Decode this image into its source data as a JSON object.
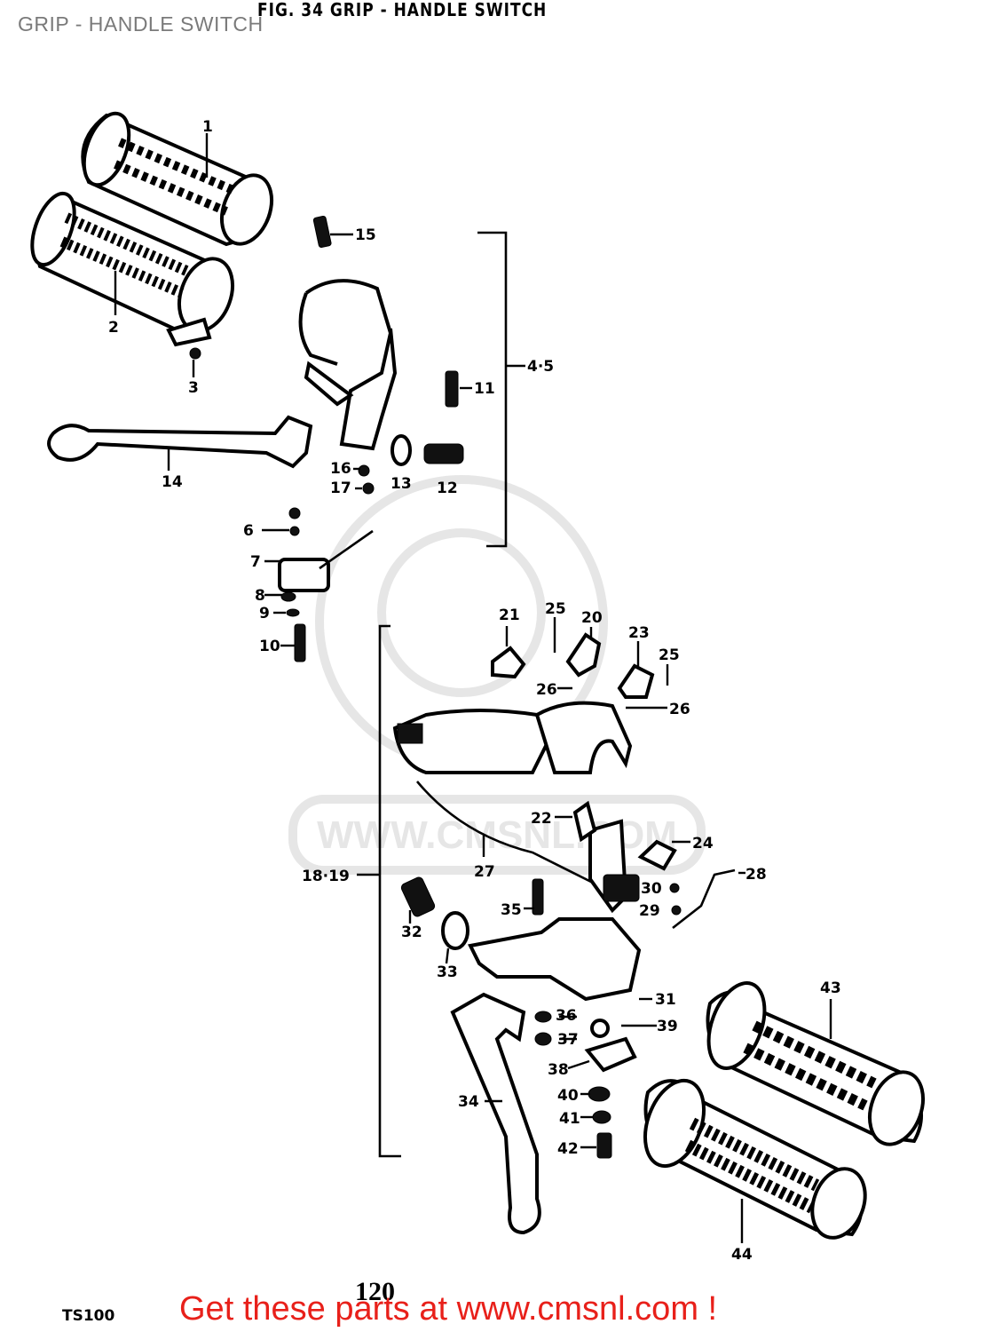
{
  "header": {
    "title": "GRIP - HANDLE SWITCH",
    "figure_caption": "FIG. 34 GRIP - HANDLE SWITCH"
  },
  "footer": {
    "page_number": "120",
    "model": "TS100",
    "promo": "Get these parts at www.cmsnl.com !",
    "promo_color": "#e8201a"
  },
  "watermark": {
    "text": "WWW.CMSNL.COM"
  },
  "callouts": {
    "c1": "1",
    "c2": "2",
    "c3": "3",
    "c4_5": "4·5",
    "c6": "6",
    "c7": "7",
    "c8": "8",
    "c9": "9",
    "c10": "10",
    "c11": "11",
    "c12": "12",
    "c13": "13",
    "c14": "14",
    "c15": "15",
    "c16": "16",
    "c17": "17",
    "c18_19": "18·19",
    "c20": "20",
    "c21": "21",
    "c22": "22",
    "c23": "23",
    "c24": "24",
    "c25a": "25",
    "c25b": "25",
    "c26a": "26",
    "c26b": "26",
    "c27": "27",
    "c28": "28",
    "c29": "29",
    "c30": "30",
    "c31": "31",
    "c32": "32",
    "c33": "33",
    "c34": "34",
    "c35": "35",
    "c36": "36",
    "c37": "37",
    "c38": "38",
    "c39": "39",
    "c40": "40",
    "c41": "41",
    "c42": "42",
    "c43": "43",
    "c44": "44"
  }
}
